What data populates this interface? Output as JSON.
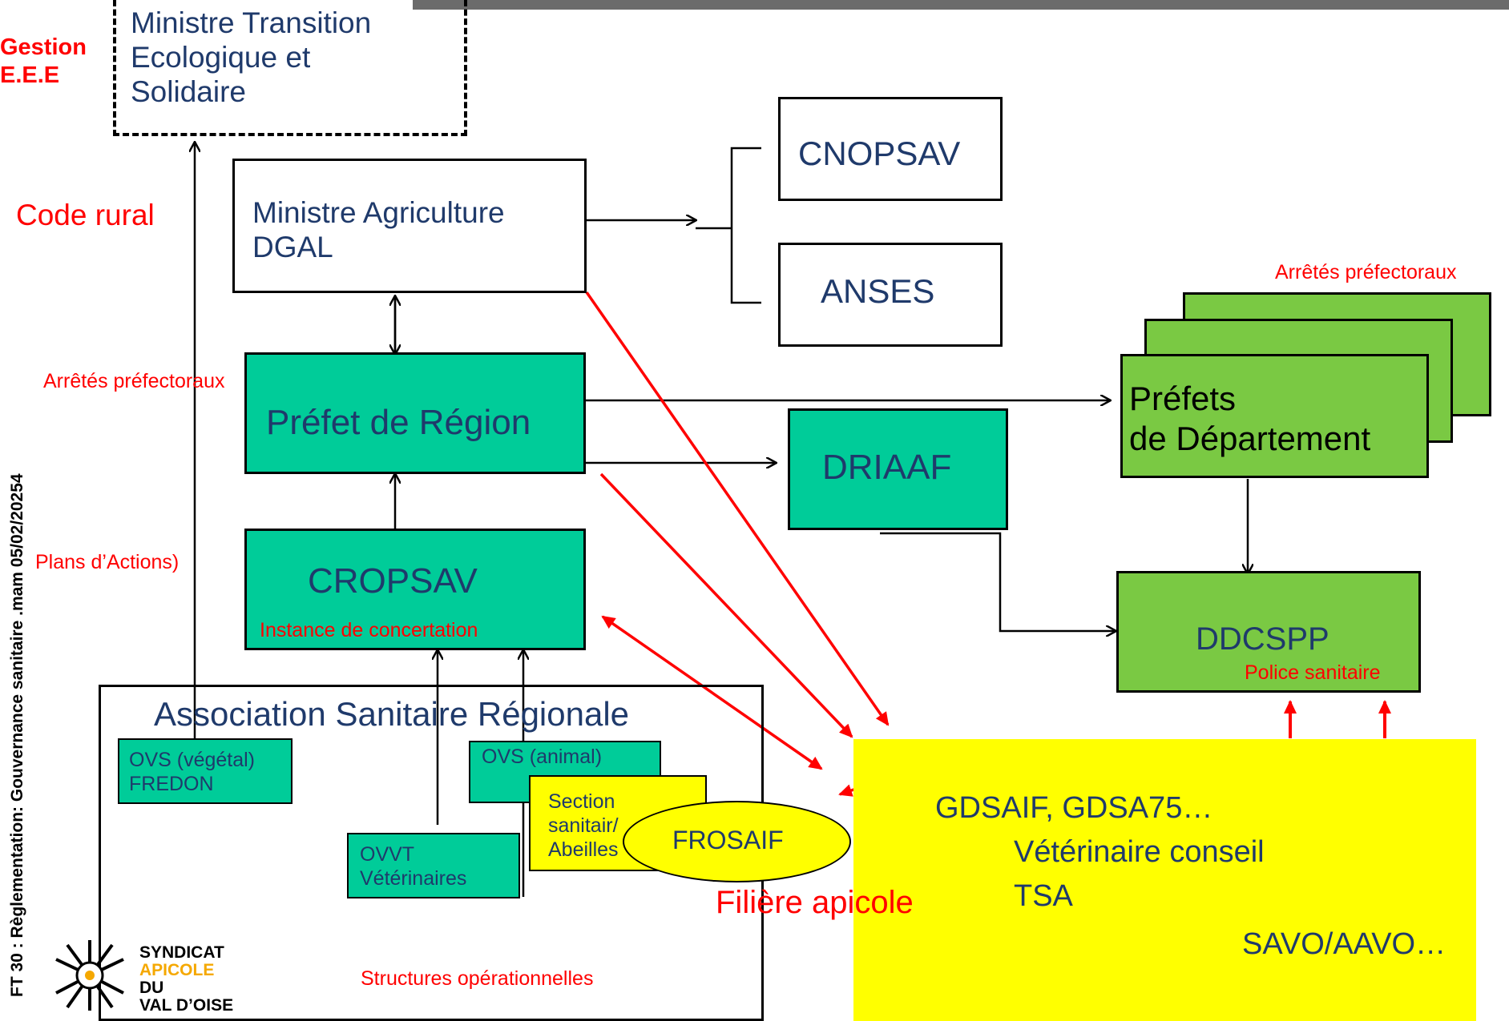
{
  "gestion_label": "Gestion\nE.E.E",
  "side_labels": {
    "code_rural": "Code rural",
    "arretes_left": "Arrêtés préfectoraux",
    "plans": "Plans d’Actions)",
    "arretes_top": "Arrêtés préfectoraux"
  },
  "boxes": {
    "ministre_transition": "Ministre Transition\nEcologique et\nSolidaire",
    "ministre_agriculture": "Ministre Agriculture\nDGAL",
    "cnopsav": "CNOPSAV",
    "anses": "ANSES",
    "prefet_region": "Préfet de Région",
    "driaaf": "DRIAAF",
    "prefets_departement": "Préfets\nde Département",
    "cropsav": "CROPSAV",
    "cropsav_sub": "Instance de concertation",
    "ddcspp": "DDCSPP",
    "ddcspp_sub": "Police sanitaire"
  },
  "association": {
    "title": "Association Sanitaire Régionale",
    "ovs_vegetal": "OVS (végétal)\nFREDON",
    "ovs_animal": "OVS (animal)",
    "section": "Section\nsanitair/\nAbeilles",
    "frosaif": "FROSAIF",
    "ovvt": "OVVT\nVétérinaires",
    "structures": "Structures opérationnelles"
  },
  "filiere": {
    "label": "Filière apicole",
    "gdsaif": "GDSAIF, GDSA75…",
    "veterinaire": "Vétérinaire conseil",
    "tsa": "TSA",
    "savo": "SAVO/AAVO…"
  },
  "logo": {
    "line1": "SYNDICAT",
    "line2": "APICOLE",
    "line3": "DU",
    "line4": "VAL D’OISE"
  },
  "footer_vertical": "FT 30 : Règlementation: Gouvernance sanitaire .mam 05/02/20254",
  "colors": {
    "teal": "#00cc99",
    "light_green": "#7ac943",
    "yellow": "#ffff00",
    "red": "#ff0000",
    "navy": "#1f3a6b"
  }
}
